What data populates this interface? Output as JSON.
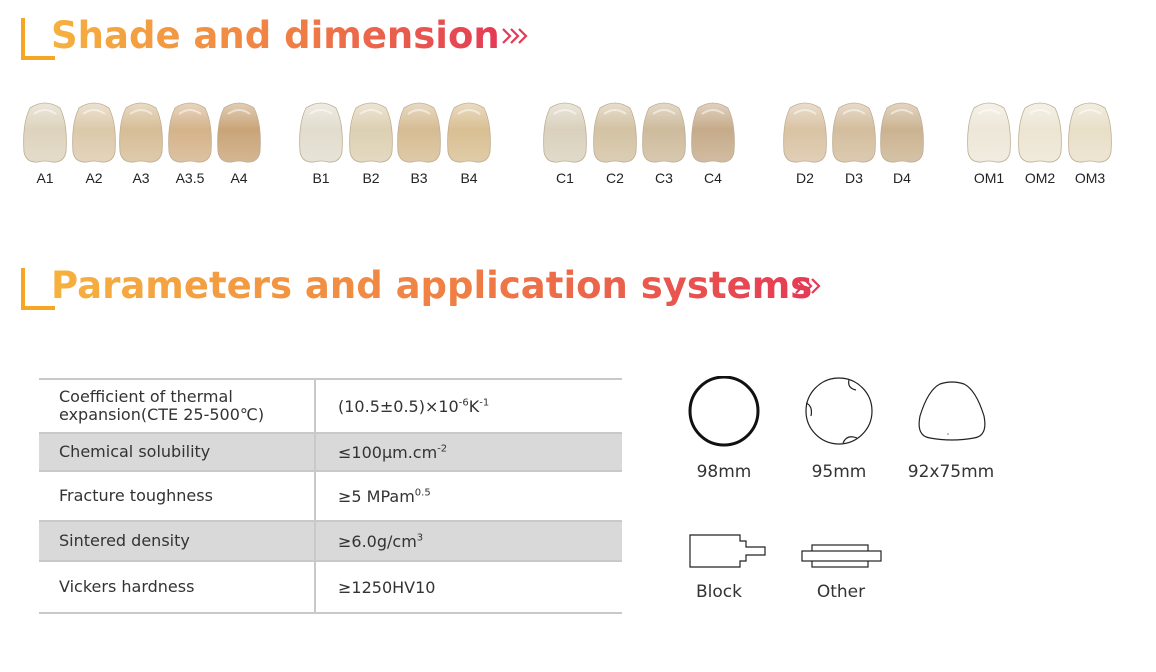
{
  "section1": {
    "title": "Shade and dimension"
  },
  "section2": {
    "title": "Parameters and application systems"
  },
  "shade_groups": [
    {
      "name": "A",
      "teeth": [
        {
          "label": "A1",
          "color": "#ddd3bd"
        },
        {
          "label": "A2",
          "color": "#dcc9ab"
        },
        {
          "label": "A3",
          "color": "#d6bd96"
        },
        {
          "label": "A3.5",
          "color": "#d4b38a"
        },
        {
          "label": "A4",
          "color": "#c9a478"
        }
      ]
    },
    {
      "name": "B",
      "teeth": [
        {
          "label": "B1",
          "color": "#e1dccd"
        },
        {
          "label": "B2",
          "color": "#ddd0b2"
        },
        {
          "label": "B3",
          "color": "#d6bc93"
        },
        {
          "label": "B4",
          "color": "#d9bf92"
        }
      ]
    },
    {
      "name": "C",
      "teeth": [
        {
          "label": "C1",
          "color": "#d9d1bd"
        },
        {
          "label": "C2",
          "color": "#d3c2a3"
        },
        {
          "label": "C3",
          "color": "#cdbb9c"
        },
        {
          "label": "C4",
          "color": "#c6ab8a"
        }
      ]
    },
    {
      "name": "D",
      "teeth": [
        {
          "label": "D2",
          "color": "#d9c3a4"
        },
        {
          "label": "D3",
          "color": "#d3bd9d"
        },
        {
          "label": "D4",
          "color": "#cbb391"
        }
      ]
    },
    {
      "name": "OM",
      "teeth": [
        {
          "label": "OM1",
          "color": "#ede7d8"
        },
        {
          "label": "OM2",
          "color": "#ece5d3"
        },
        {
          "label": "OM3",
          "color": "#e8dfc8"
        }
      ]
    }
  ],
  "parameters": [
    {
      "name_line1": "Coefficient of thermal",
      "name_line2": "expansion(CTE 25-500℃)",
      "value": "(10.5±0.5)×10",
      "sup": "-6",
      "value_after": "K",
      "sup2": "-1"
    },
    {
      "name": "Chemical solubility",
      "value": "≤100μm.cm",
      "sup": "-2"
    },
    {
      "name": "Fracture toughness",
      "value": "≥5 MPam",
      "sup": "0.5"
    },
    {
      "name": "Sintered density",
      "value": "≥6.0g/cm",
      "sup": "3"
    },
    {
      "name": "Vickers hardness",
      "value": "≥1250HV10"
    }
  ],
  "systems": [
    {
      "label": "98mm",
      "icon": "round-disc-icon"
    },
    {
      "label": "95mm",
      "icon": "notched-disc-icon"
    },
    {
      "label": "92x75mm",
      "icon": "triangular-disc-icon"
    },
    {
      "label": "Block",
      "icon": "block-icon"
    },
    {
      "label": "Other",
      "icon": "other-blank-icon"
    }
  ],
  "colors": {
    "bracket": "#f5a623",
    "gradient_start": "#f6b13e",
    "gradient_end": "#e43a55",
    "row_shade": "#d9d9d9"
  }
}
